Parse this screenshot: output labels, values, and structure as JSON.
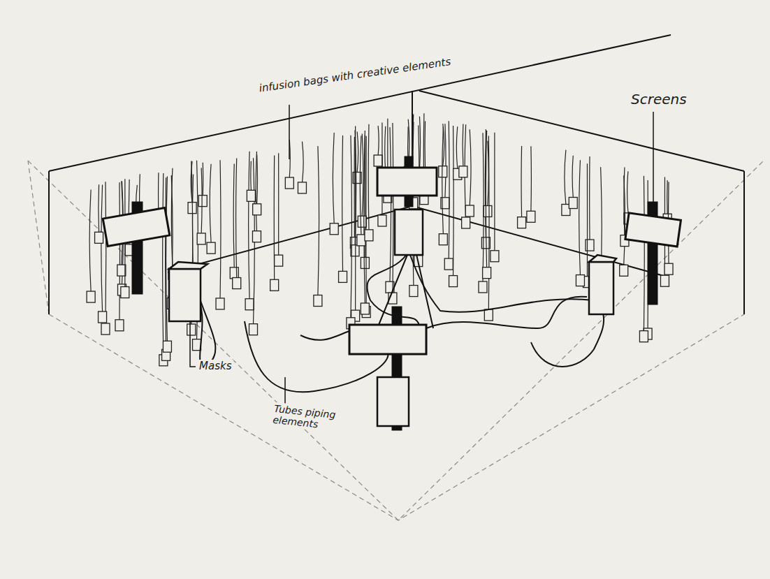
{
  "diagram": {
    "labels": [
      "infusion bags with creative elements",
      "Screens",
      "Masks",
      "Tubes piping elements"
    ]
  }
}
